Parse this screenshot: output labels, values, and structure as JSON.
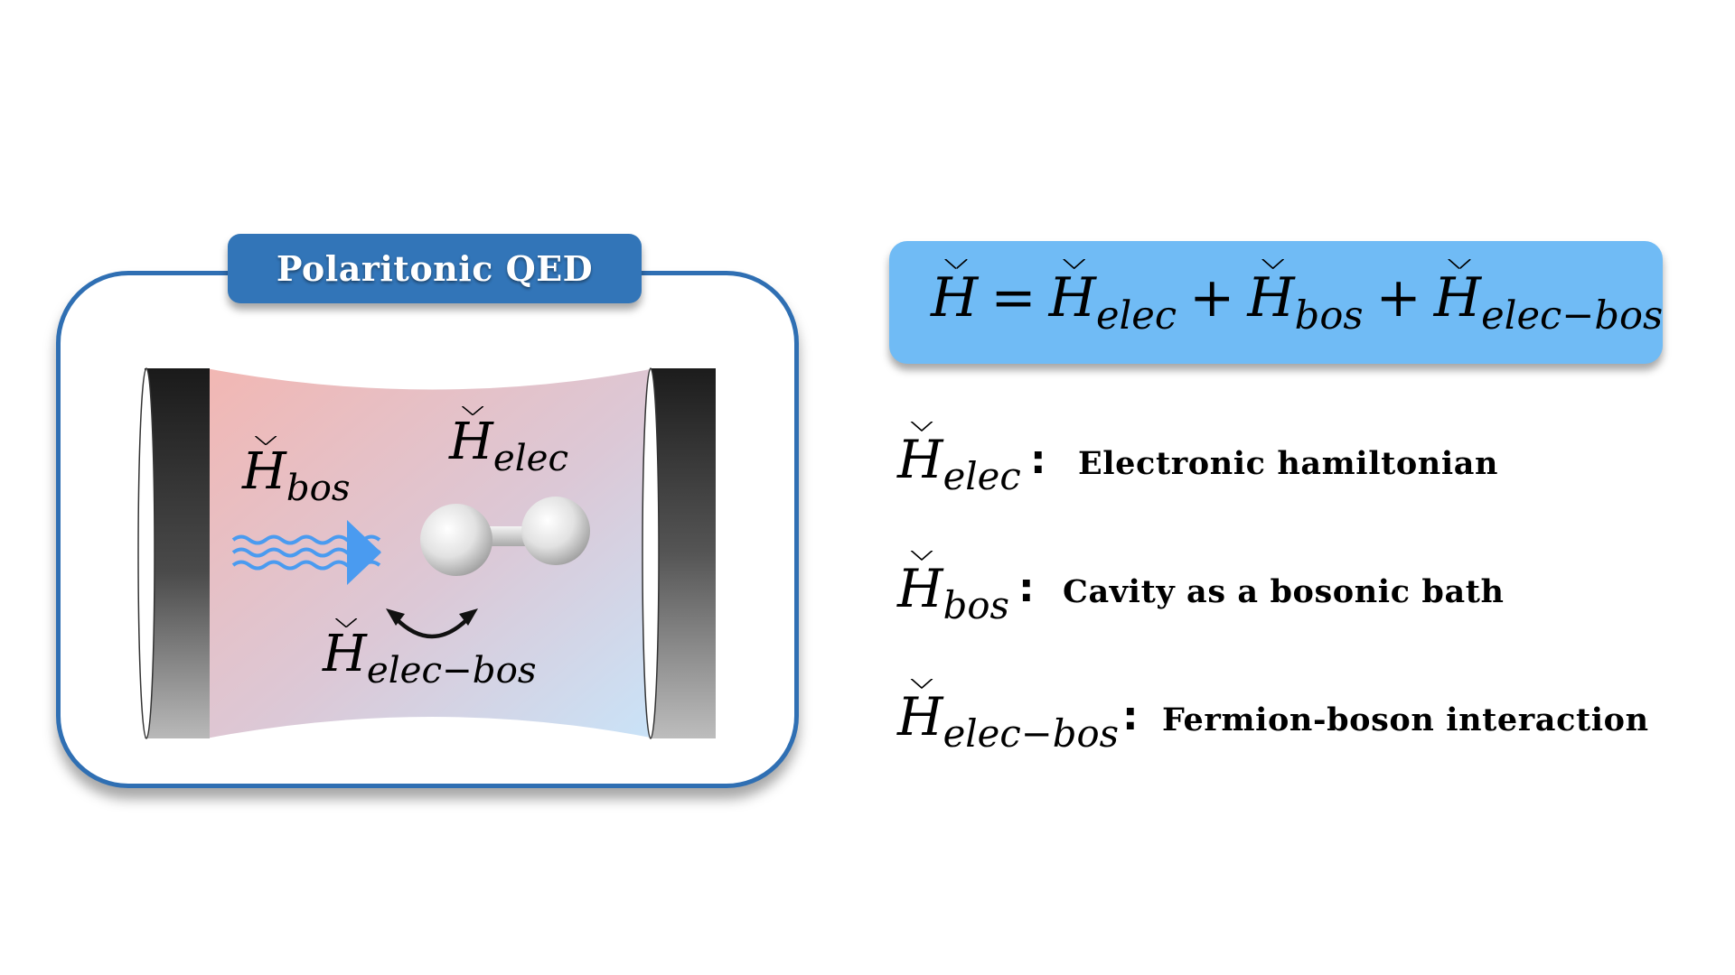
{
  "panel": {
    "title": "Polaritonic QED",
    "labels": {
      "bos": {
        "base": "H",
        "sub": "bos"
      },
      "elec": {
        "base": "H",
        "sub": "elec"
      },
      "elec_bos": {
        "base": "H",
        "sub": "elec−bos"
      }
    },
    "colors": {
      "border": "#2f6fb3",
      "tab": "#3275b8",
      "field_left": "#f2b7b3",
      "field_right": "#c9e3f8",
      "wave": "#4a9bf0",
      "mirror": "#222222"
    },
    "icons": [
      "mirror-left",
      "mirror-right",
      "photon-wave-arrow",
      "diatomic-molecule-icon",
      "coupling-arrow-icon"
    ]
  },
  "equation": {
    "lhs": {
      "base": "H",
      "sub": ""
    },
    "eq": "=",
    "plus": "+",
    "terms": [
      {
        "base": "H",
        "sub": "elec"
      },
      {
        "base": "H",
        "sub": "bos"
      },
      {
        "base": "H",
        "sub": "elec−bos"
      }
    ],
    "box_color": "#70bbf5"
  },
  "definitions": [
    {
      "symbol": {
        "base": "H",
        "sub": "elec"
      },
      "colon": ":",
      "text": "Electronic hamiltonian"
    },
    {
      "symbol": {
        "base": "H",
        "sub": "bos"
      },
      "colon": ":",
      "text": "Cavity as a bosonic bath"
    },
    {
      "symbol": {
        "base": "H",
        "sub": "elec−bos"
      },
      "colon": ":",
      "text": "Fermion-boson interaction"
    }
  ]
}
